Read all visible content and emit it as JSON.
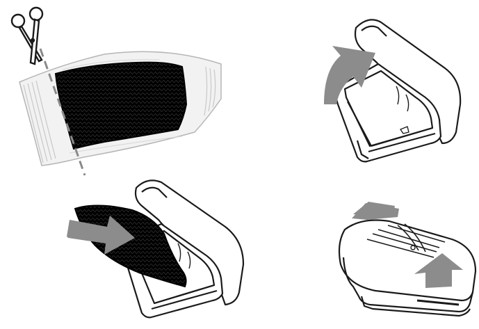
{
  "diagram": {
    "steps": [
      {
        "id": 1,
        "action": "cut-open-package"
      },
      {
        "id": 2,
        "action": "open-filter-lid"
      },
      {
        "id": 3,
        "action": "insert-filter-pad"
      },
      {
        "id": 4,
        "action": "close-lid-and-slide-back"
      }
    ],
    "colors": {
      "line": "#1a1a1a",
      "arrow": "#8c8c8c",
      "bag": "#f2f2f2",
      "pad": "#000000",
      "cut-line": "#8a8a8a"
    },
    "icons": [
      "scissors-icon",
      "curved-arrow-icon",
      "straight-arrow-icon",
      "up-arrow-icon"
    ]
  }
}
